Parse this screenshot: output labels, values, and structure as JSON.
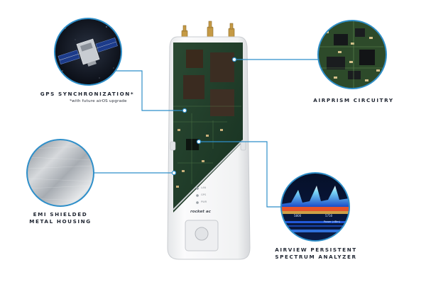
{
  "features": [
    {
      "id": "gps",
      "label": "GPS SYNCHRONIZATION*",
      "note": "*with future airOS upgrade",
      "icon": "satellite-icon"
    },
    {
      "id": "emi",
      "label_lines": [
        "EMI SHIELDED",
        "METAL HOUSING"
      ],
      "icon": "brushed-metal-texture"
    },
    {
      "id": "airprism",
      "label": "AIRPRISM CIRCUITRY",
      "icon": "circuit-board-closeup"
    },
    {
      "id": "airview",
      "label_lines": [
        "AIRVIEW PERSISTENT",
        "SPECTRUM ANALYZER"
      ],
      "icon": "spectrum-waterfall"
    }
  ],
  "device": {
    "brand_text": "rocket ac",
    "led_labels": [
      "LAN",
      "GPS",
      "PWR"
    ],
    "spectrum_labels": [
      "5800",
      "5750",
      "Power (dBm)"
    ]
  },
  "colors": {
    "connector": "#2f8fc9",
    "label_text": "#1e2430",
    "pcb": "#1f3a26",
    "housing": "#f4f5f6"
  }
}
